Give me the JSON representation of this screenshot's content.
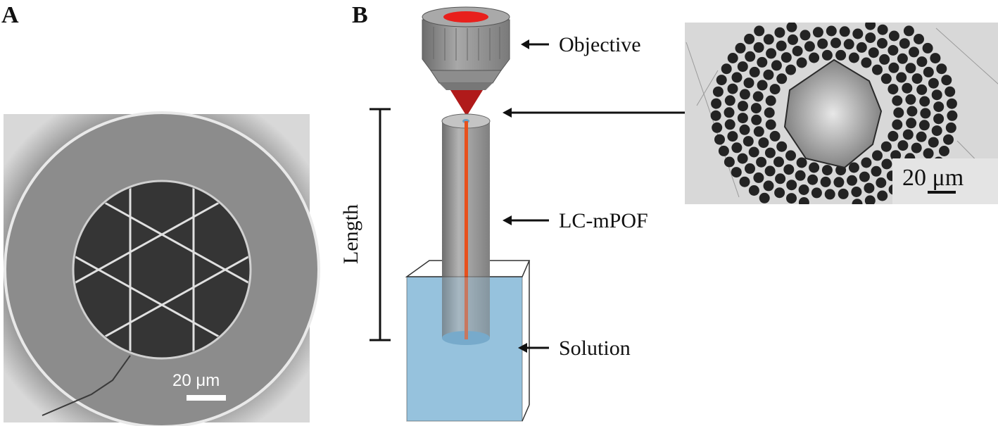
{
  "panels": {
    "a": {
      "letter": "A",
      "scale_bar": "20 μm"
    },
    "b": {
      "letter": "B",
      "labels": {
        "objective": "Objective",
        "fiber": "LC-mPOF",
        "solution": "Solution",
        "length": "Length"
      },
      "inset_scale_bar": "20 μm"
    }
  },
  "colors": {
    "laser_red": "#e8201c",
    "objective_gray": "#8a8a8a",
    "fiber_gray": "#9a9a9a",
    "solution_blue": "#8fbfdc",
    "sem_background": "#6f6f6f",
    "inset_background": "#d8d8d8"
  }
}
